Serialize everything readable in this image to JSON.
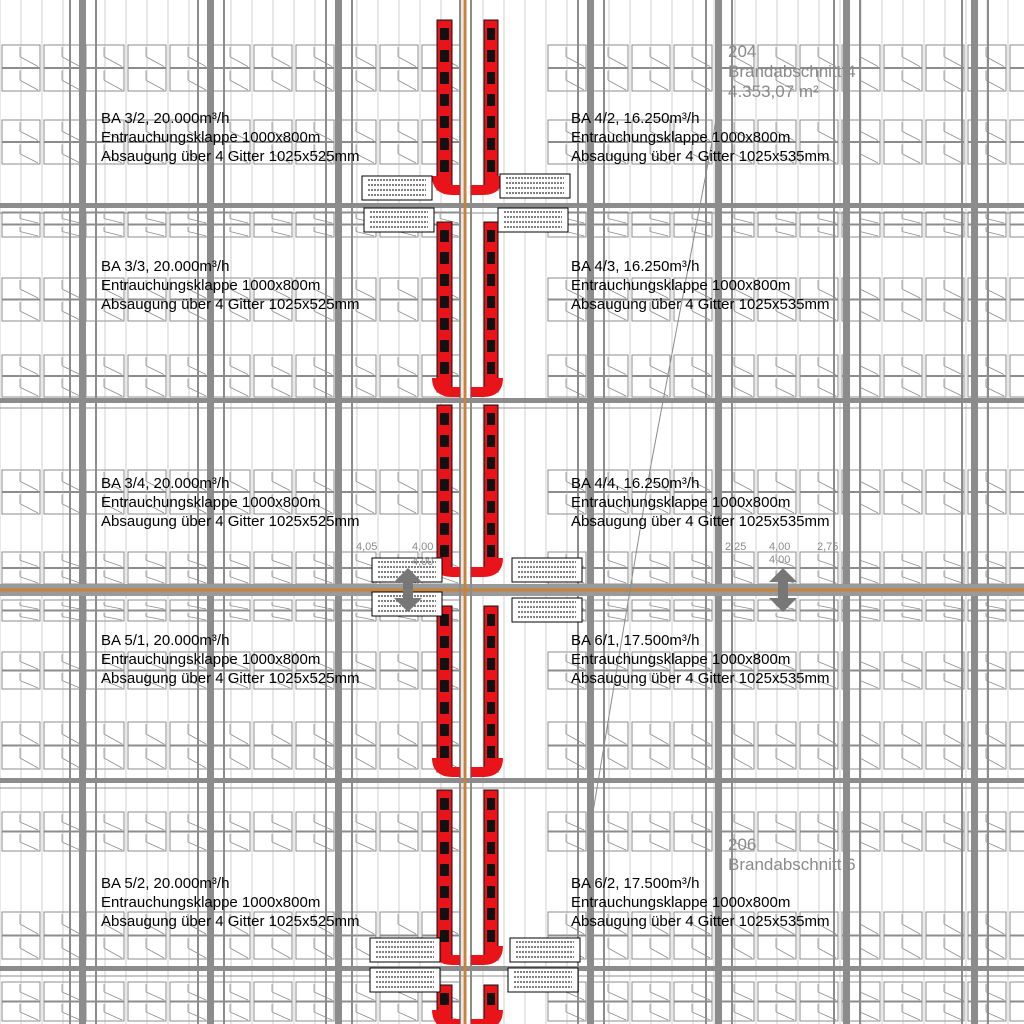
{
  "colors": {
    "grid": "#8c8c8c",
    "duct": "#e8141a",
    "duct_dark": "#111111",
    "pipe": "#c8823a",
    "text": "#000000",
    "zone_text": "#8a8a8a"
  },
  "zones": [
    {
      "number": "204",
      "name": "Brandabschnitt 4",
      "area": "4.353,07 m²"
    },
    {
      "number": "206",
      "name": "Brandabschnitt 6"
    }
  ],
  "sections": [
    {
      "title": "BA 3/2, 20.000m³/h",
      "line1": "Entrauchungsklappe 1000x800m",
      "line2": "Absaugung über 4 Gitter 1025x525mm"
    },
    {
      "title": "BA 4/2, 16.250m³/h",
      "line1": "Entrauchungsklappe 1000x800m",
      "line2": "Absaugung über 4 Gitter 1025x535mm"
    },
    {
      "title": "BA 3/3, 20.000m³/h",
      "line1": "Entrauchungsklappe 1000x800m",
      "line2": "Absaugung über 4 Gitter 1025x525mm"
    },
    {
      "title": "BA 4/3, 16.250m³/h",
      "line1": "Entrauchungsklappe 1000x800m",
      "line2": "Absaugung über 4 Gitter 1025x535mm"
    },
    {
      "title": "BA 3/4, 20.000m³/h",
      "line1": "Entrauchungsklappe 1000x800m",
      "line2": "Absaugung über 4 Gitter 1025x525mm"
    },
    {
      "title": "BA 4/4, 16.250m³/h",
      "line1": "Entrauchungsklappe 1000x800m",
      "line2": "Absaugung über 4 Gitter 1025x535mm"
    },
    {
      "title": "BA 5/1, 20.000m³/h",
      "line1": "Entrauchungsklappe 1000x800m",
      "line2": "Absaugung über 4 Gitter 1025x525mm"
    },
    {
      "title": "BA 6/1, 17.500m³/h",
      "line1": "Entrauchungsklappe 1000x800m",
      "line2": "Absaugung über 4 Gitter 1025x535mm"
    },
    {
      "title": "BA 5/2, 20.000m³/h",
      "line1": "Entrauchungsklappe 1000x800m",
      "line2": "Absaugung über 4 Gitter 1025x525mm"
    },
    {
      "title": "BA 6/2, 17.500m³/h",
      "line1": "Entrauchungsklappe 1000x800m",
      "line2": "Absaugung über 4 Gitter 1025x535mm"
    }
  ],
  "dimensions": [
    "4,05",
    "4,00",
    "4,00",
    "2,25",
    "4,00",
    "4,00",
    "2,75"
  ]
}
